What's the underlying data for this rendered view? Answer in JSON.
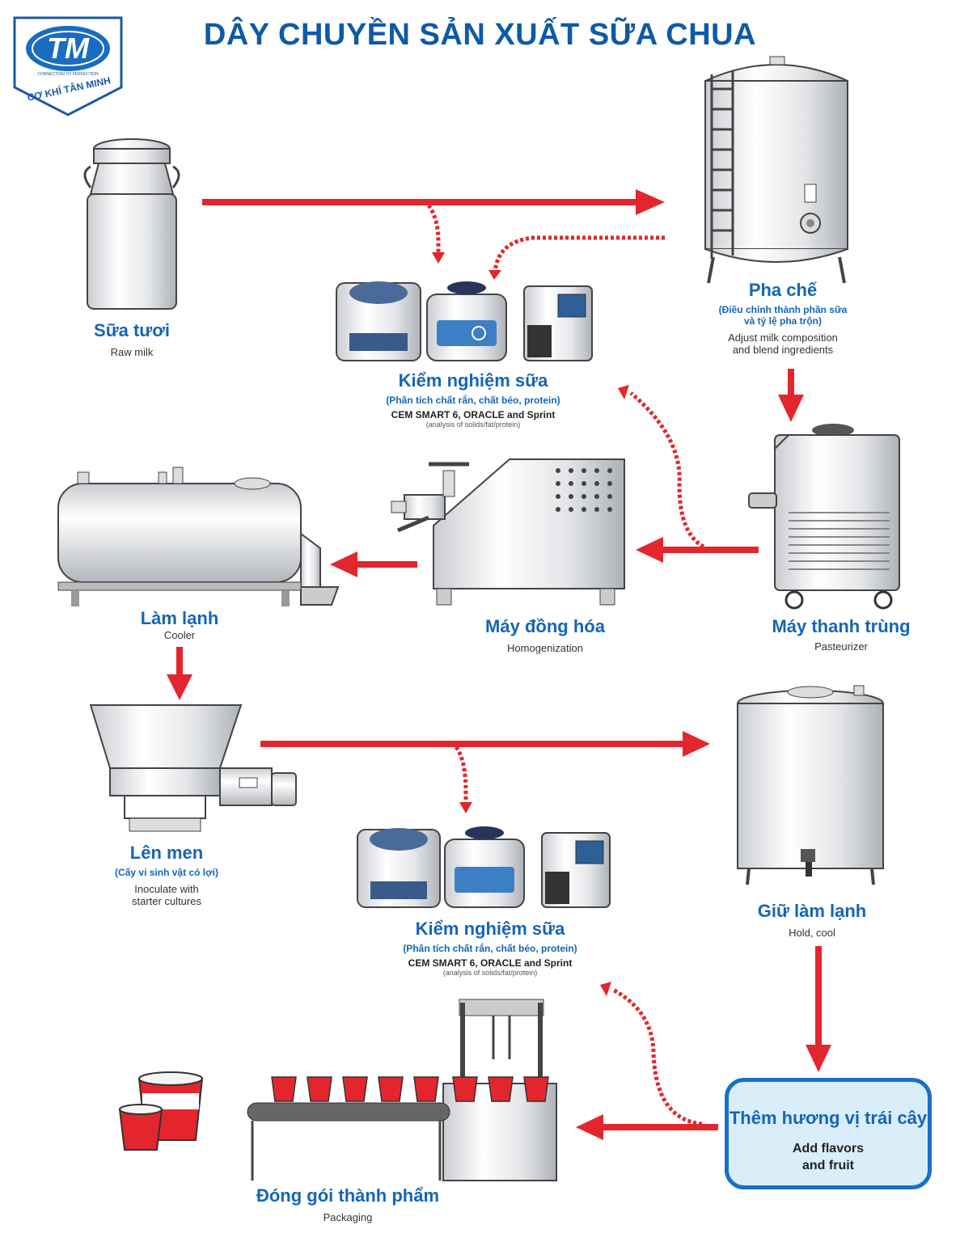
{
  "title": "DÂY CHUYỀN SẢN XUẤT SỮA CHUA",
  "logo": {
    "brand": "TM",
    "tagline": "CONNECTION TO PERFECTION",
    "name": "CƠ KHÍ TÂN MINH"
  },
  "steps": {
    "raw_milk": {
      "vn": "Sữa tươi",
      "en": "Raw milk"
    },
    "mixing": {
      "vn": "Pha chế",
      "vn_sub_1": "(Điều chỉnh thành phần sữa",
      "vn_sub_2": "và tỷ lệ pha trộn)",
      "en_1": "Adjust milk composition",
      "en_2": "and blend ingredients"
    },
    "testing_1": {
      "vn": "Kiểm nghiệm sữa",
      "vn_sub": "(Phân tích chất rắn, chất béo, protein)",
      "cem": "CEM SMART 6, ORACLE and Sprint",
      "cem_sub": "(analysis of solids/fat/protein)"
    },
    "pasteurizer": {
      "vn": "Máy thanh trùng",
      "en": "Pasteurizer"
    },
    "homogenizer": {
      "vn": "Máy đồng hóa",
      "en": "Homogenization"
    },
    "cooler": {
      "vn": "Làm lạnh",
      "en": "Cooler"
    },
    "fermentation": {
      "vn": "Lên men",
      "vn_sub": "(Cấy vi sinh vật có lợi)",
      "en_1": "Inoculate with",
      "en_2": "starter cultures"
    },
    "testing_2": {
      "vn": "Kiểm nghiệm sữa",
      "vn_sub": "(Phân tích chất rắn, chất béo, protein)",
      "cem": "CEM SMART 6, ORACLE and Sprint",
      "cem_sub": "(analysis of solids/fat/protein)"
    },
    "hold_cool": {
      "vn": "Giữ làm lạnh",
      "en": "Hold, cool"
    },
    "flavors": {
      "vn": "Thêm hương vị trái cây",
      "en_1": "Add flavors",
      "en_2": "and fruit"
    },
    "packaging": {
      "vn": "Đóng gói thành phẩm",
      "en": "Packaging"
    }
  },
  "colors": {
    "title": "#0f5aa8",
    "label": "#1565b8",
    "arrow": "#e3262d",
    "box_border": "#1a70c4",
    "box_fill": "#d9eef9"
  }
}
